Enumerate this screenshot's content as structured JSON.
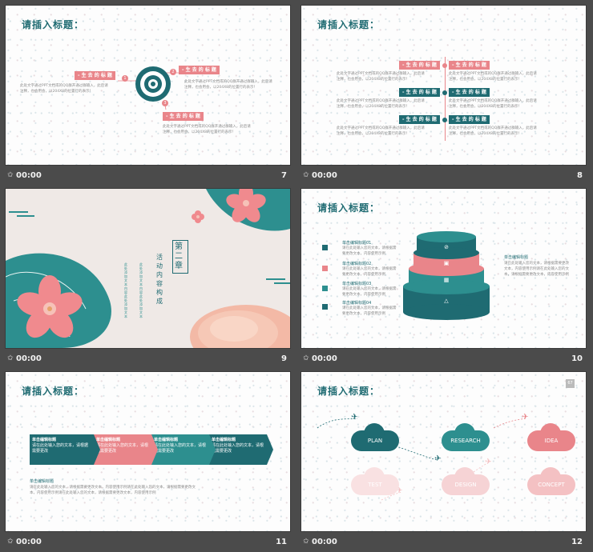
{
  "slides": [
    {
      "number": "7",
      "time": "00:00",
      "title": "请插入标题：",
      "tags": [
        "- 生 去 的 标 题",
        "- 生 去 的 标 题",
        "- 生 去 的 标 题"
      ],
      "badges": [
        "1",
        "2",
        "3"
      ],
      "body": "此处文字通过PPT文档或的QQ群开通过群输入，此后请注释，也会用会，以204X8的位置行的表示！"
    },
    {
      "number": "8",
      "time": "00:00",
      "title": "请插入标题：",
      "tags": [
        "- 生 去 的 标 题",
        "- 生 去 的 标 题",
        "- 生 去 的 标 题",
        "- 生 去 的 标 题",
        "- 生 去 的 标 题",
        "- 生 去 的 标 题"
      ],
      "body": "此处文字通过PPT文档或的QQ群开通过群输入，此后请注释，也会用会，以204X8的位置行的表示！"
    },
    {
      "number": "9",
      "time": "00:00",
      "chapter": "第二章",
      "subtitle": "活动内容构成",
      "side_text": "此处添加文本内容此处添加文本内容此处添加文本内容此处添加文本"
    },
    {
      "number": "10",
      "time": "00:00",
      "title": "请插入标题：",
      "items": [
        {
          "label": "单击编辑标题01",
          "text": "请在此处输入您的文本，请根据需要更改文本，内容使用示例"
        },
        {
          "label": "单击编辑标题02",
          "text": "请在此处输入您的文本，请根据需要更改文本，内容使用示例"
        },
        {
          "label": "单击编辑标题03",
          "text": "请在此处输入您的文本，请根据需要更改文本，内容使用示例"
        },
        {
          "label": "单击编辑标题04",
          "text": "请在此处输入您的文本，请根据需要更改文本，内容使用示例"
        }
      ],
      "right_label": "单击编辑标题",
      "right_text": "请在此处输入您的文本，请根据需要更改文本，内容使用示例请在此处输入您的文本，请根据需要更改文本，内容使用示例"
    },
    {
      "number": "11",
      "time": "00:00",
      "title": "请插入标题：",
      "steps": [
        {
          "label": "单击编辑标题",
          "text": "请在此处输入您的文本，请根据需要更改"
        },
        {
          "label": "单击编辑标题",
          "text": "请在此处输入您的文本，请根据需要更改"
        },
        {
          "label": "单击编辑标题",
          "text": "请在此处输入您的文本，请根据需要更改"
        },
        {
          "label": "单击编辑标题",
          "text": "请在此处输入您的文本，请根据需要更改"
        }
      ],
      "bottom_label": "单击编辑标题",
      "bottom_text": "请在此处输入您的文本，请根据需要更改文本，内容使用示例请在此处输入您的文本，请根据需要更改文本，内容使用示例请在此处输入您的文本，请根据需要更改文本，内容使用示例"
    },
    {
      "number": "12",
      "time": "00:00",
      "title": "请插入标题：",
      "corner_badge": "67",
      "clouds": [
        "PLAN",
        "RESEARCH",
        "IDEA",
        "TEST",
        "DESIGN",
        "CONCEPT"
      ]
    }
  ],
  "colors": {
    "teal": "#1f6b72",
    "teal_light": "#2d8f8f",
    "pink": "#e9858a",
    "pink_light": "#f4c1c3",
    "background": "#4b4b4b"
  },
  "icons": [
    "star-icon",
    "target-icon",
    "airplane-icon",
    "flower-icon"
  ]
}
